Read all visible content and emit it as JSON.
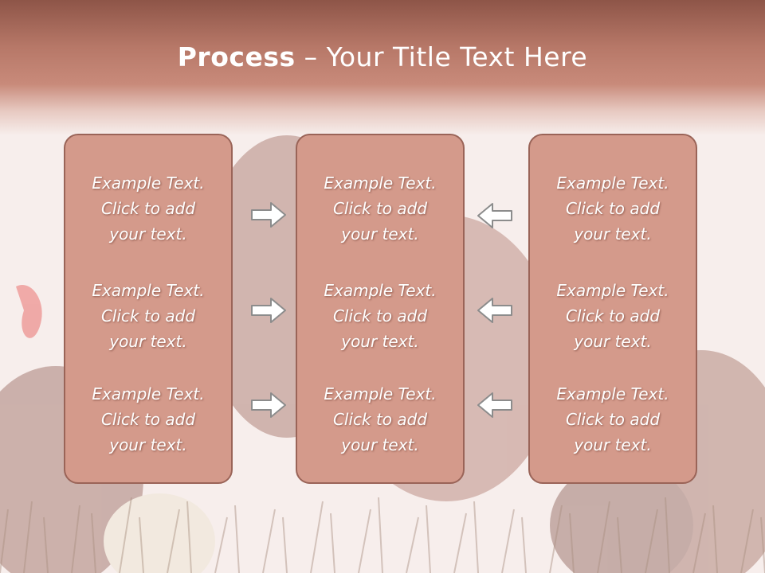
{
  "slide": {
    "title_bold": "Process",
    "title_dash": " – ",
    "title_rest": "Your Title Text Here"
  },
  "columns": [
    {
      "paragraphs": [
        "Example Text.\nClick  to add\nyour text.",
        "Example Text.\nClick  to add\nyour text.",
        "Example Text.\nClick  to add\nyour text."
      ]
    },
    {
      "paragraphs": [
        "Example Text.\nClick  to add\nyour text.",
        "Example Text.\nClick  to add\nyour text.",
        "Example Text.\nClick  to add\nyour text."
      ]
    },
    {
      "paragraphs": [
        "Example Text.\nClick  to add\nyour text.",
        "Example Text.\nClick  to add\nyour text.",
        "Example Text.\nClick  to add\nyour text."
      ]
    }
  ],
  "arrows": {
    "left_group": [
      "arrow-right-icon",
      "arrow-right-icon",
      "arrow-right-icon"
    ],
    "right_group": [
      "arrow-left-icon",
      "arrow-left-icon",
      "arrow-left-icon"
    ]
  },
  "colors": {
    "header": "#b77868",
    "box_fill": "#d49a8b",
    "box_border": "#9a6458",
    "text": "#ffffff"
  }
}
